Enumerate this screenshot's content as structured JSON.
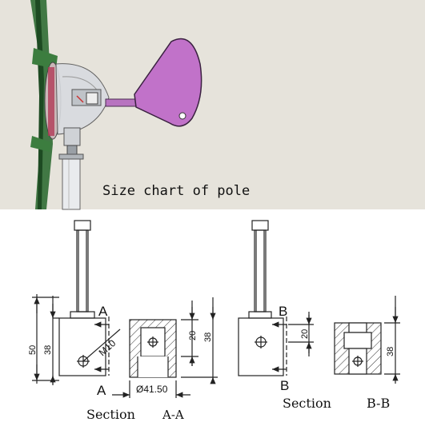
{
  "top_caption": "Size chart of pole",
  "drawing_left": {
    "section_mark_top": "A",
    "section_mark_bottom": "A",
    "dim_overall": "50",
    "dim_inner": "38",
    "dim_thread": "M10"
  },
  "section_a": {
    "caption_word": "Section",
    "caption_id": "A-A",
    "dim_20": "20",
    "dim_38": "38",
    "dim_diameter": "Ø41.50"
  },
  "drawing_right": {
    "section_mark_top": "B",
    "section_mark_bottom": "B",
    "dim_20": "20"
  },
  "section_b": {
    "caption_word": "Section",
    "caption_id": "B-B",
    "dim_38": "38"
  },
  "colors": {
    "top_background": "#e6e3db",
    "vane": "#c172c9",
    "line": "#222222",
    "blade": "#2f6b33"
  }
}
